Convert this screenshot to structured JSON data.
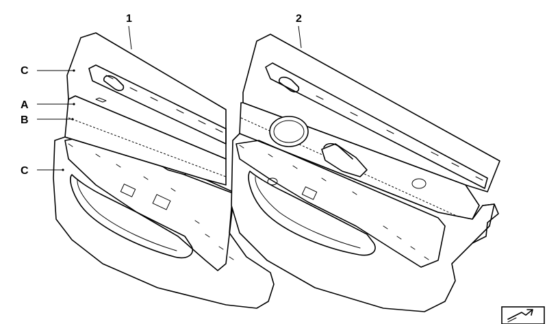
{
  "diagram": {
    "callouts": {
      "part_1": "1",
      "part_2": "2",
      "label_c_upper": "C",
      "label_a": "A",
      "label_b": "B",
      "label_c_lower": "C"
    },
    "colors": {
      "line": "#000000",
      "background": "#ffffff"
    },
    "icons": {
      "corner_navigation": "arrow-icon"
    }
  }
}
